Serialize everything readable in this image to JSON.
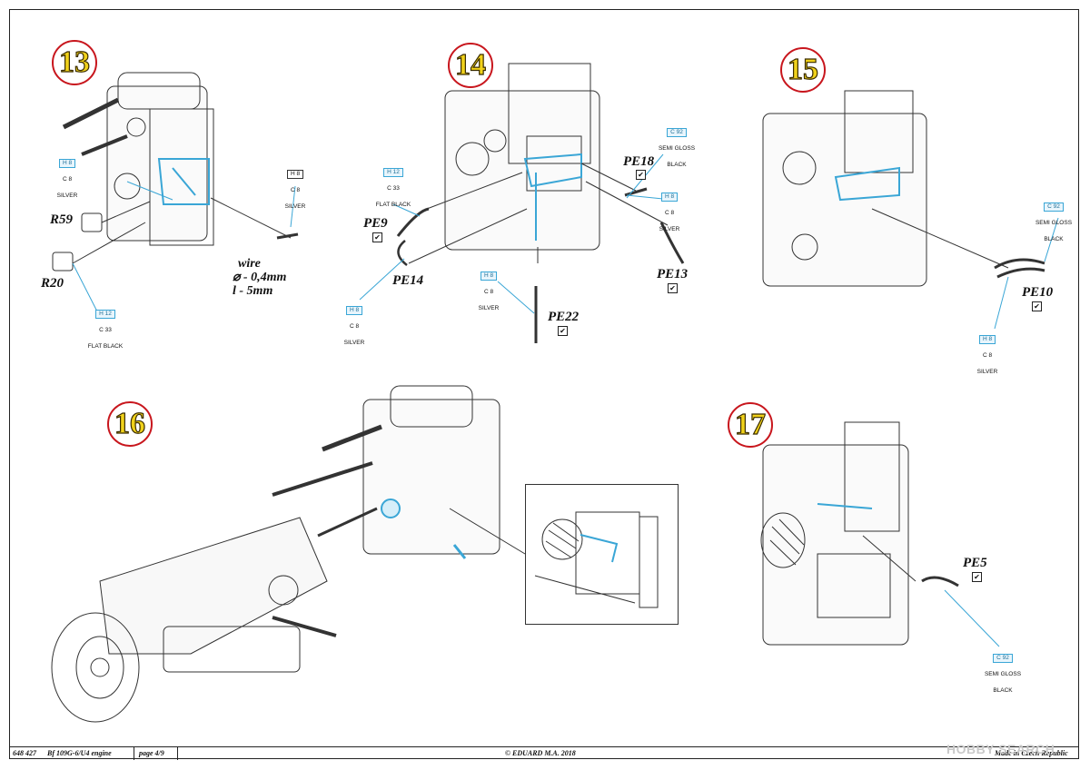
{
  "steps": [
    "13",
    "14",
    "15",
    "16",
    "17"
  ],
  "parts": {
    "r59": "R59",
    "r20": "R20",
    "pe9": "PE9",
    "pe14": "PE14",
    "pe18": "PE18",
    "pe13": "PE13",
    "pe22": "PE22",
    "pe10": "PE10",
    "pe5": "PE5"
  },
  "check_mark": "✔",
  "colors": {
    "h8_silver": {
      "top": "H 8",
      "mid": "C 8",
      "name": "SILVER"
    },
    "h12_flat_black": {
      "top": "H 12",
      "mid": "C 33",
      "name": "FLAT BLACK"
    },
    "c92_semi_gloss": {
      "top": "C 92",
      "name1": "SEMI GLOSS",
      "name2": "BLACK"
    }
  },
  "wire": {
    "line1": "wire",
    "line2": "⌀ - 0,4mm",
    "line3": "l - 5mm"
  },
  "footer": {
    "code": "648 427",
    "title": "Bf 109G-6/U4 engine",
    "page": "page 4/9",
    "copyright": "© EDUARD  M.A. 2018",
    "made_in": "Made in Czech Republic"
  },
  "watermark": "HOBBY SEARCH",
  "accent": "#c8161d",
  "highlight_blue": "#3aa6d6"
}
